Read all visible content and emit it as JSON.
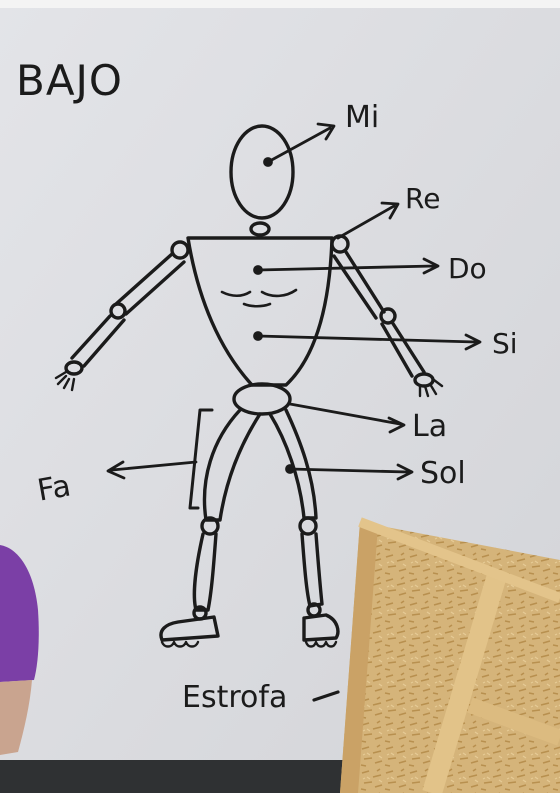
{
  "whiteboard": {
    "title": "BAJO",
    "labels": {
      "head": "Mi",
      "neck": "Re",
      "chest": "Do",
      "belly": "Si",
      "hips": "La",
      "right_leg": "Sol",
      "left_leg": "Fa",
      "bottom": "Estrofa"
    }
  },
  "colors": {
    "board": "#dedfe3",
    "ink": "#1b1b1b",
    "plywood": "#d5b47a",
    "shirt": "#7b3fa6",
    "floor": "#2f3133"
  }
}
